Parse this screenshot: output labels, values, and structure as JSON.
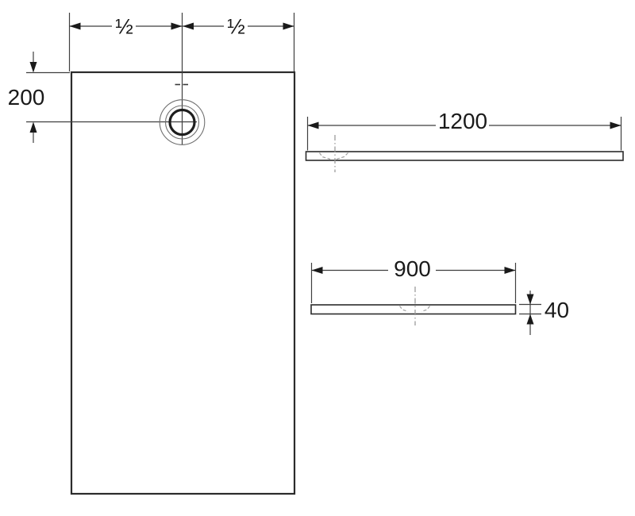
{
  "drawing": {
    "background": "#ffffff",
    "line_color": "#2b2b2b",
    "plan_view": {
      "half_left": "½",
      "half_right": "½",
      "drain_offset": "200"
    },
    "long_side_view": {
      "length": "1200"
    },
    "short_side_view": {
      "width": "900",
      "thickness": "40"
    }
  }
}
